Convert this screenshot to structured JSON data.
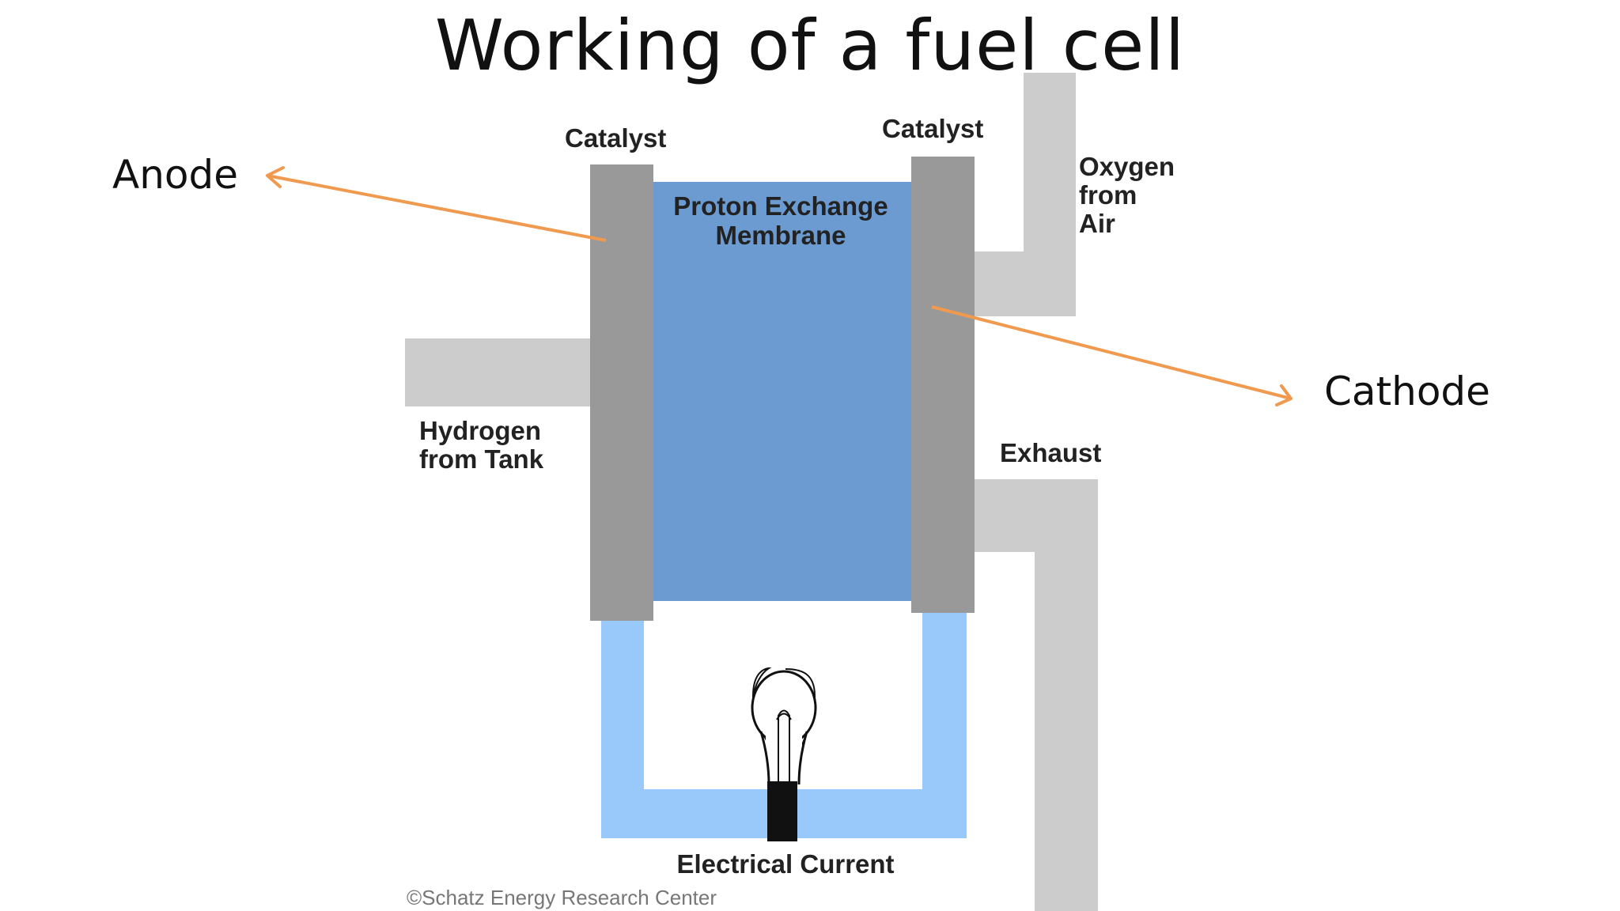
{
  "title": "Working of a fuel cell",
  "labels": {
    "catalyst_left": "Catalyst",
    "catalyst_right": "Catalyst",
    "membrane_line1": "Proton Exchange",
    "membrane_line2": "Membrane",
    "oxygen_line1": "Oxygen",
    "oxygen_line2": "from",
    "oxygen_line3": "Air",
    "hydrogen_line1": "Hydrogen",
    "hydrogen_line2": "from Tank",
    "exhaust": "Exhaust",
    "electrical_current": "Electrical Current",
    "credit": "©Schatz Energy Research Center"
  },
  "annotations": {
    "anode": "Anode",
    "cathode": "Cathode"
  },
  "colors": {
    "pipe": "#cccccc",
    "electrode": "#999999",
    "membrane": "#6b9bd0",
    "circuit": "#99c9fb",
    "arrow": "#ef9a4e",
    "bulb_base": "#111111"
  }
}
